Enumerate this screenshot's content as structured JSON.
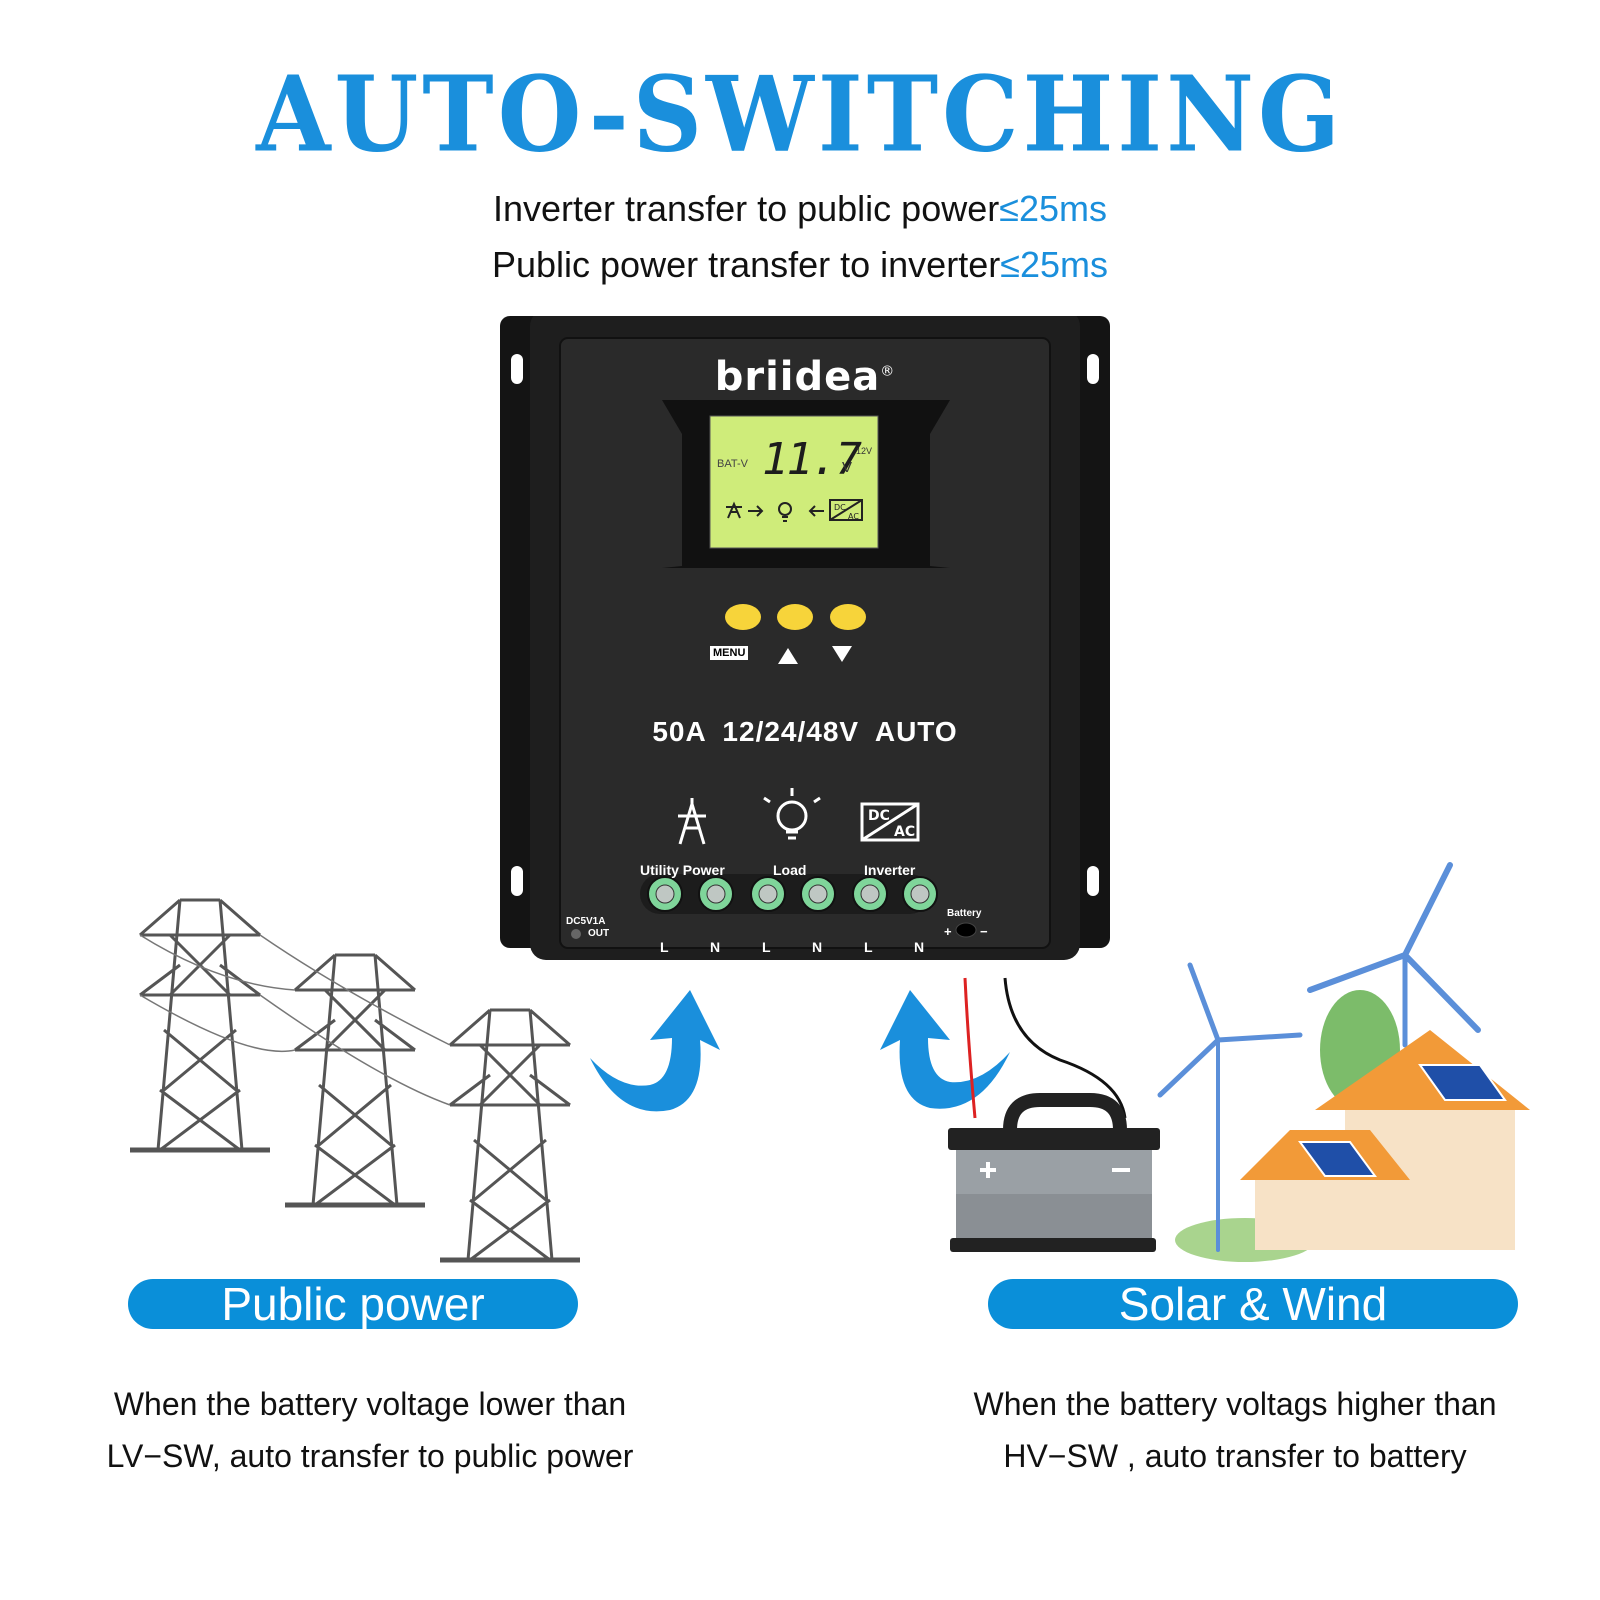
{
  "header": {
    "title": "AUTO-SWITCHING",
    "spec_lines": [
      {
        "text": "Inverter transfer to public power",
        "value": "≤25ms"
      },
      {
        "text": "Public power transfer to inverter",
        "value": "≤25ms"
      }
    ]
  },
  "controller": {
    "brand": "briidea",
    "brand_mark": "®",
    "lcd": {
      "label": "BAT-V",
      "reading": "11.7",
      "unit": "V",
      "battery_tag": "12V"
    },
    "menu_label": "MENU",
    "rating": "50A  12/24/48V  AUTO",
    "terminal_groups": [
      "Utility Power",
      "Load",
      "Inverter"
    ],
    "terminal_letters": [
      "L",
      "N",
      "L",
      "N",
      "L",
      "N"
    ],
    "usb_label": "DC5V1A",
    "usb_sub": "OUT",
    "battery_label": "Battery",
    "battery_plus": "+",
    "battery_minus": "−",
    "icon_dc": "DC",
    "icon_ac": "AC"
  },
  "left_panel": {
    "pill": "Public power",
    "description_line1": "When the battery voltage lower than",
    "description_line2": "LV−SW, auto transfer to public power"
  },
  "right_panel": {
    "pill": "Solar & Wind",
    "description_line1": "When the battery voltags higher than",
    "description_line2": "HV−SW , auto transfer to battery"
  },
  "colors": {
    "accent": "#1a8fdc",
    "pill": "#0a8fd9",
    "lcd": "#cfec7a",
    "button": "#f7d43a",
    "roof": "#f29a38"
  }
}
